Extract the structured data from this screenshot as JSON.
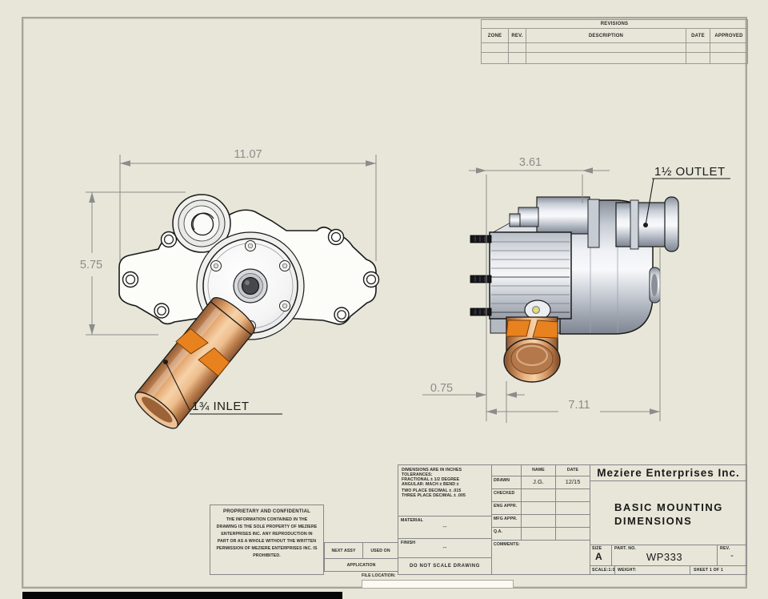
{
  "revisions_table": {
    "title": "REVISIONS",
    "columns": [
      "ZONE",
      "REV.",
      "DESCRIPTION",
      "DATE",
      "APPROVED"
    ]
  },
  "front_view": {
    "dim_width": "11.07",
    "dim_height": "5.75",
    "inlet_label": "1¾ INLET"
  },
  "side_view": {
    "dim_top": "3.61",
    "dim_offset": "0.75",
    "dim_length": "7.11",
    "outlet_label": "1½ OUTLET"
  },
  "proprietary": {
    "heading": "PROPRIETARY AND CONFIDENTIAL",
    "body": "THE INFORMATION CONTAINED IN THE DRAWING IS THE SOLE PROPERTY OF MEZIERE ENTERPRISES INC.  ANY REPRODUCTION IN PART OR AS A WHOLE WITHOUT THE WRITTEN PERMISSION OF MEZIERE ENTERPRISES INC. IS PROHIBITED."
  },
  "tolerance_block": {
    "lines": [
      "DIMENSIONS ARE IN INCHES",
      "TOLERANCES:",
      "FRACTIONAL ± 1/2 DEGREE",
      "ANGULAR: MACH ±    BEND ±",
      "TWO PLACE DECIMAL     ± .015",
      "THREE PLACE DECIMAL  ± .005"
    ],
    "material_label": "MATERIAL",
    "material_value": "--",
    "finish_label": "FINISH",
    "finish_value": "--",
    "do_not_scale": "DO NOT SCALE DRAWING"
  },
  "application_block": {
    "next_assy": "NEXT ASSY",
    "used_on": "USED ON",
    "application": "APPLICATION",
    "file_location": "FILE LOCATION:"
  },
  "approval_table": {
    "name_header": "NAME",
    "date_header": "DATE",
    "rows": [
      {
        "label": "DRAWN",
        "name": "J.G.",
        "date": "12/15"
      },
      {
        "label": "CHECKED",
        "name": "",
        "date": ""
      },
      {
        "label": "ENG APPR.",
        "name": "",
        "date": ""
      },
      {
        "label": "MFG APPR.",
        "name": "",
        "date": ""
      },
      {
        "label": "Q.A.",
        "name": "",
        "date": ""
      }
    ],
    "comments_label": "COMMENTS:"
  },
  "title_block": {
    "company": "Meziere Enterprises Inc.",
    "title_line1": "BASIC MOUNTING",
    "title_line2": "DIMENSIONS",
    "size_label": "SIZE",
    "size_value": "A",
    "part_no_label": "PART. NO.",
    "part_no_value": "WP333",
    "rev_label": "REV.",
    "rev_value": "-",
    "scale": "SCALE:1:3",
    "weight_label": "WEIGHT:",
    "sheet": "SHEET 1 OF 1"
  },
  "colors": {
    "paper": "#e7e6d8",
    "frame_line": "#a5a59c",
    "dim_gray": "#8c8c8c",
    "outline": "#1a1a1a",
    "copper": "#e3a871",
    "clamp_orange": "#e8821e",
    "metal_light": "#f4f5f7",
    "metal_dark": "#7e8591"
  }
}
